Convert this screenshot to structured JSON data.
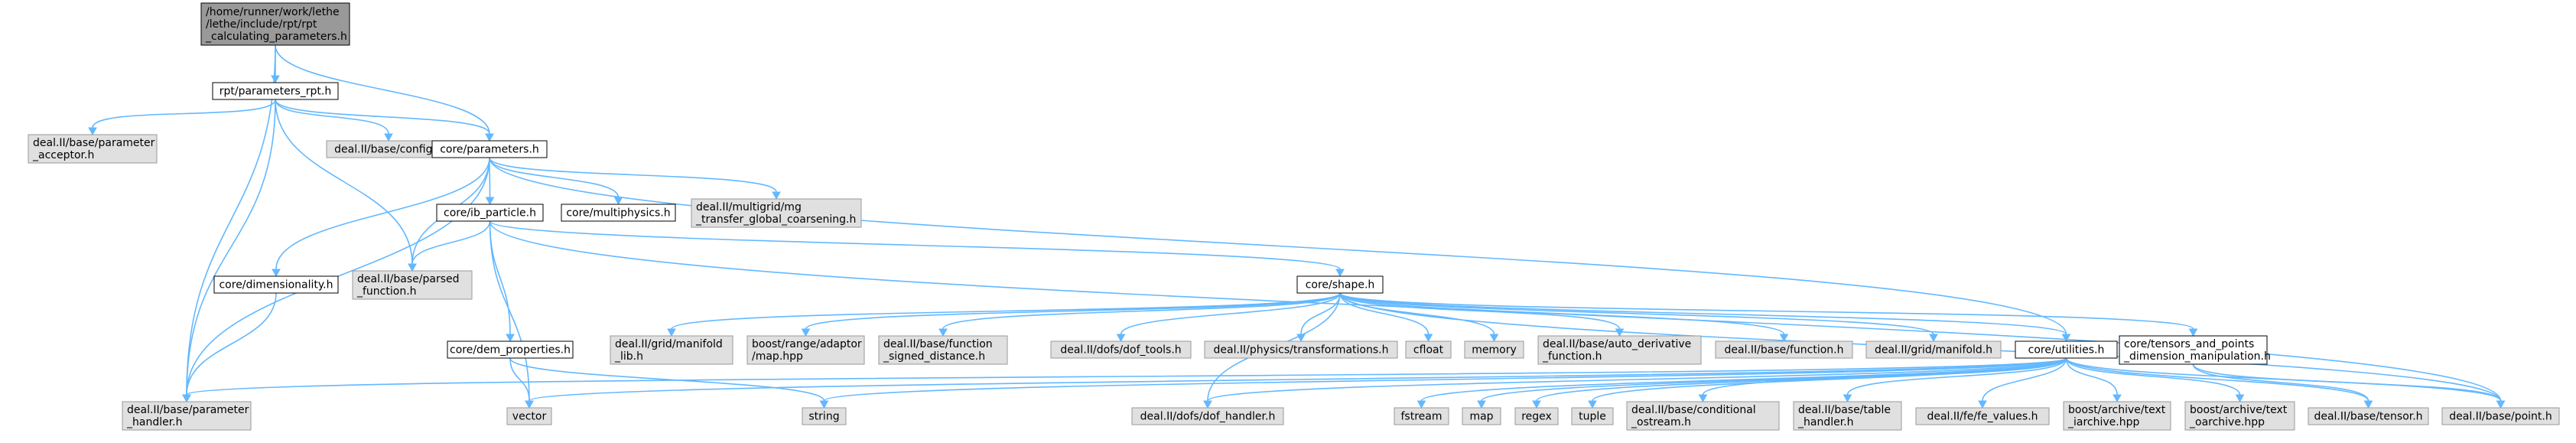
{
  "graph": {
    "edge_color": "#63b8ff",
    "node_fill": "#ffffff",
    "node_fill_external": "#e0e0e0",
    "node_fill_root": "#999999",
    "node_stroke": "#000000",
    "node_stroke_external": "#999999",
    "nodes": [
      {
        "id": "root",
        "lines": [
          "/home/runner/work/lethe",
          "/lethe/include/rpt/rpt",
          "_calculating_parameters.h"
        ],
        "kind": "root"
      },
      {
        "id": "rpt_parameters",
        "lines": [
          "rpt/parameters_rpt.h"
        ],
        "kind": "internal"
      },
      {
        "id": "param_acceptor",
        "lines": [
          "deal.II/base/parameter",
          "_acceptor.h"
        ],
        "kind": "external"
      },
      {
        "id": "config",
        "lines": [
          "deal.II/base/config.h"
        ],
        "kind": "external"
      },
      {
        "id": "core_parameters",
        "lines": [
          "core/parameters.h"
        ],
        "kind": "internal"
      },
      {
        "id": "ib_particle",
        "lines": [
          "core/ib_particle.h"
        ],
        "kind": "internal"
      },
      {
        "id": "multiphysics",
        "lines": [
          "core/multiphysics.h"
        ],
        "kind": "internal"
      },
      {
        "id": "mg_transfer",
        "lines": [
          "deal.II/multigrid/mg",
          "_transfer_global_coarsening.h"
        ],
        "kind": "external"
      },
      {
        "id": "dimensionality",
        "lines": [
          "core/dimensionality.h"
        ],
        "kind": "internal"
      },
      {
        "id": "parsed_function",
        "lines": [
          "deal.II/base/parsed",
          "_function.h"
        ],
        "kind": "external"
      },
      {
        "id": "shape",
        "lines": [
          "core/shape.h"
        ],
        "kind": "internal"
      },
      {
        "id": "dem_properties",
        "lines": [
          "core/dem_properties.h"
        ],
        "kind": "internal"
      },
      {
        "id": "grid_manifold_lib",
        "lines": [
          "deal.II/grid/manifold",
          "_lib.h"
        ],
        "kind": "external"
      },
      {
        "id": "boost_map",
        "lines": [
          "boost/range/adaptor",
          "/map.hpp"
        ],
        "kind": "external"
      },
      {
        "id": "signed_distance",
        "lines": [
          "deal.II/base/function",
          "_signed_distance.h"
        ],
        "kind": "external"
      },
      {
        "id": "dof_tools",
        "lines": [
          "deal.II/dofs/dof_tools.h"
        ],
        "kind": "external"
      },
      {
        "id": "transformations",
        "lines": [
          "deal.II/physics/transformations.h"
        ],
        "kind": "external"
      },
      {
        "id": "cfloat",
        "lines": [
          "cfloat"
        ],
        "kind": "external"
      },
      {
        "id": "memory",
        "lines": [
          "memory"
        ],
        "kind": "external"
      },
      {
        "id": "auto_derivative",
        "lines": [
          "deal.II/base/auto_derivative",
          "_function.h"
        ],
        "kind": "external"
      },
      {
        "id": "base_function",
        "lines": [
          "deal.II/base/function.h"
        ],
        "kind": "external"
      },
      {
        "id": "grid_manifold",
        "lines": [
          "deal.II/grid/manifold.h"
        ],
        "kind": "external"
      },
      {
        "id": "utilities",
        "lines": [
          "core/utilities.h"
        ],
        "kind": "internal"
      },
      {
        "id": "tensors_points",
        "lines": [
          "core/tensors_and_points",
          "_dimension_manipulation.h"
        ],
        "kind": "internal"
      },
      {
        "id": "param_handler",
        "lines": [
          "deal.II/base/parameter",
          "_handler.h"
        ],
        "kind": "external"
      },
      {
        "id": "vector",
        "lines": [
          "vector"
        ],
        "kind": "external"
      },
      {
        "id": "string",
        "lines": [
          "string"
        ],
        "kind": "external"
      },
      {
        "id": "dof_handler",
        "lines": [
          "deal.II/dofs/dof_handler.h"
        ],
        "kind": "external"
      },
      {
        "id": "fstream",
        "lines": [
          "fstream"
        ],
        "kind": "external"
      },
      {
        "id": "map",
        "lines": [
          "map"
        ],
        "kind": "external"
      },
      {
        "id": "regex",
        "lines": [
          "regex"
        ],
        "kind": "external"
      },
      {
        "id": "tuple",
        "lines": [
          "tuple"
        ],
        "kind": "external"
      },
      {
        "id": "conditional_ostream",
        "lines": [
          "deal.II/base/conditional",
          "_ostream.h"
        ],
        "kind": "external"
      },
      {
        "id": "table_handler",
        "lines": [
          "deal.II/base/table",
          "_handler.h"
        ],
        "kind": "external"
      },
      {
        "id": "fe_values",
        "lines": [
          "deal.II/fe/fe_values.h"
        ],
        "kind": "external"
      },
      {
        "id": "text_iarchive",
        "lines": [
          "boost/archive/text",
          "_iarchive.hpp"
        ],
        "kind": "external"
      },
      {
        "id": "text_oarchive",
        "lines": [
          "boost/archive/text",
          "_oarchive.hpp"
        ],
        "kind": "external"
      },
      {
        "id": "tensor",
        "lines": [
          "deal.II/base/tensor.h"
        ],
        "kind": "external"
      },
      {
        "id": "point",
        "lines": [
          "deal.II/base/point.h"
        ],
        "kind": "external"
      }
    ],
    "edges": [
      [
        "root",
        "rpt_parameters"
      ],
      [
        "root",
        "param_handler"
      ],
      [
        "root",
        "core_parameters"
      ],
      [
        "rpt_parameters",
        "param_acceptor"
      ],
      [
        "rpt_parameters",
        "config"
      ],
      [
        "rpt_parameters",
        "core_parameters"
      ],
      [
        "rpt_parameters",
        "parsed_function"
      ],
      [
        "rpt_parameters",
        "param_handler"
      ],
      [
        "core_parameters",
        "ib_particle"
      ],
      [
        "core_parameters",
        "multiphysics"
      ],
      [
        "core_parameters",
        "mg_transfer"
      ],
      [
        "core_parameters",
        "dimensionality"
      ],
      [
        "core_parameters",
        "parsed_function"
      ],
      [
        "core_parameters",
        "param_handler"
      ],
      [
        "core_parameters",
        "utilities"
      ],
      [
        "ib_particle",
        "parsed_function"
      ],
      [
        "ib_particle",
        "shape"
      ],
      [
        "ib_particle",
        "dem_properties"
      ],
      [
        "ib_particle",
        "vector"
      ],
      [
        "ib_particle",
        "point"
      ],
      [
        "dimensionality",
        "param_handler"
      ],
      [
        "dem_properties",
        "vector"
      ],
      [
        "dem_properties",
        "string"
      ],
      [
        "shape",
        "grid_manifold_lib"
      ],
      [
        "shape",
        "boost_map"
      ],
      [
        "shape",
        "signed_distance"
      ],
      [
        "shape",
        "dof_tools"
      ],
      [
        "shape",
        "transformations"
      ],
      [
        "shape",
        "cfloat"
      ],
      [
        "shape",
        "memory"
      ],
      [
        "shape",
        "auto_derivative"
      ],
      [
        "shape",
        "base_function"
      ],
      [
        "shape",
        "grid_manifold"
      ],
      [
        "shape",
        "utilities"
      ],
      [
        "shape",
        "tensors_points"
      ],
      [
        "shape",
        "dof_handler"
      ],
      [
        "shape",
        "point"
      ],
      [
        "utilities",
        "param_handler"
      ],
      [
        "utilities",
        "vector"
      ],
      [
        "utilities",
        "string"
      ],
      [
        "utilities",
        "dof_handler"
      ],
      [
        "utilities",
        "fstream"
      ],
      [
        "utilities",
        "map"
      ],
      [
        "utilities",
        "regex"
      ],
      [
        "utilities",
        "tuple"
      ],
      [
        "utilities",
        "conditional_ostream"
      ],
      [
        "utilities",
        "table_handler"
      ],
      [
        "utilities",
        "fe_values"
      ],
      [
        "utilities",
        "text_iarchive"
      ],
      [
        "utilities",
        "text_oarchive"
      ],
      [
        "utilities",
        "tensor"
      ],
      [
        "utilities",
        "point"
      ],
      [
        "tensors_points",
        "tensor"
      ],
      [
        "tensors_points",
        "point"
      ]
    ]
  }
}
